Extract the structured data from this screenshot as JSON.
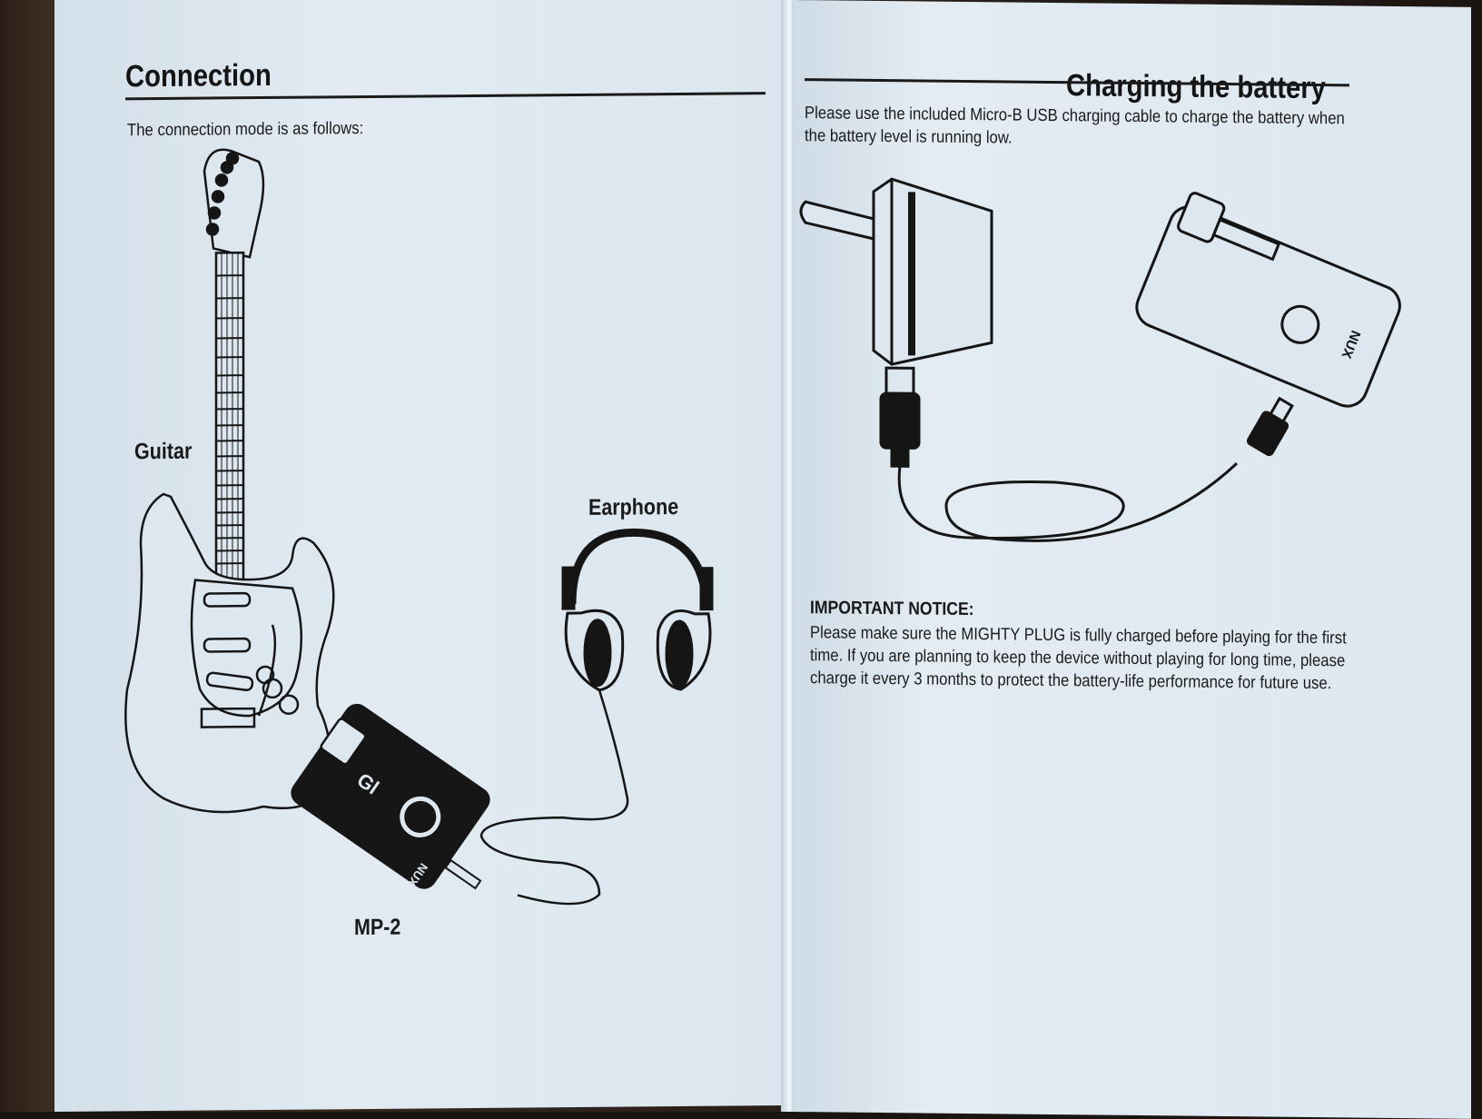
{
  "left_page": {
    "title": "Connection",
    "intro": "The connection mode is as follows:",
    "labels": {
      "guitar": "Guitar",
      "earphone": "Earphone",
      "device": "MP-2"
    },
    "device_brand": "NUX"
  },
  "right_page": {
    "title": "Charging the battery",
    "intro": "Please use the included Micro-B USB charging cable to charge the battery when the battery level is running low.",
    "device_brand": "NUX",
    "notice": {
      "heading": "IMPORTANT NOTICE:",
      "body": "Please make sure the MIGHTY PLUG is fully charged before playing for the first time. If you are planning to keep the device without playing for long time, please charge it every 3 months to protect the battery-life performance for future use."
    }
  }
}
